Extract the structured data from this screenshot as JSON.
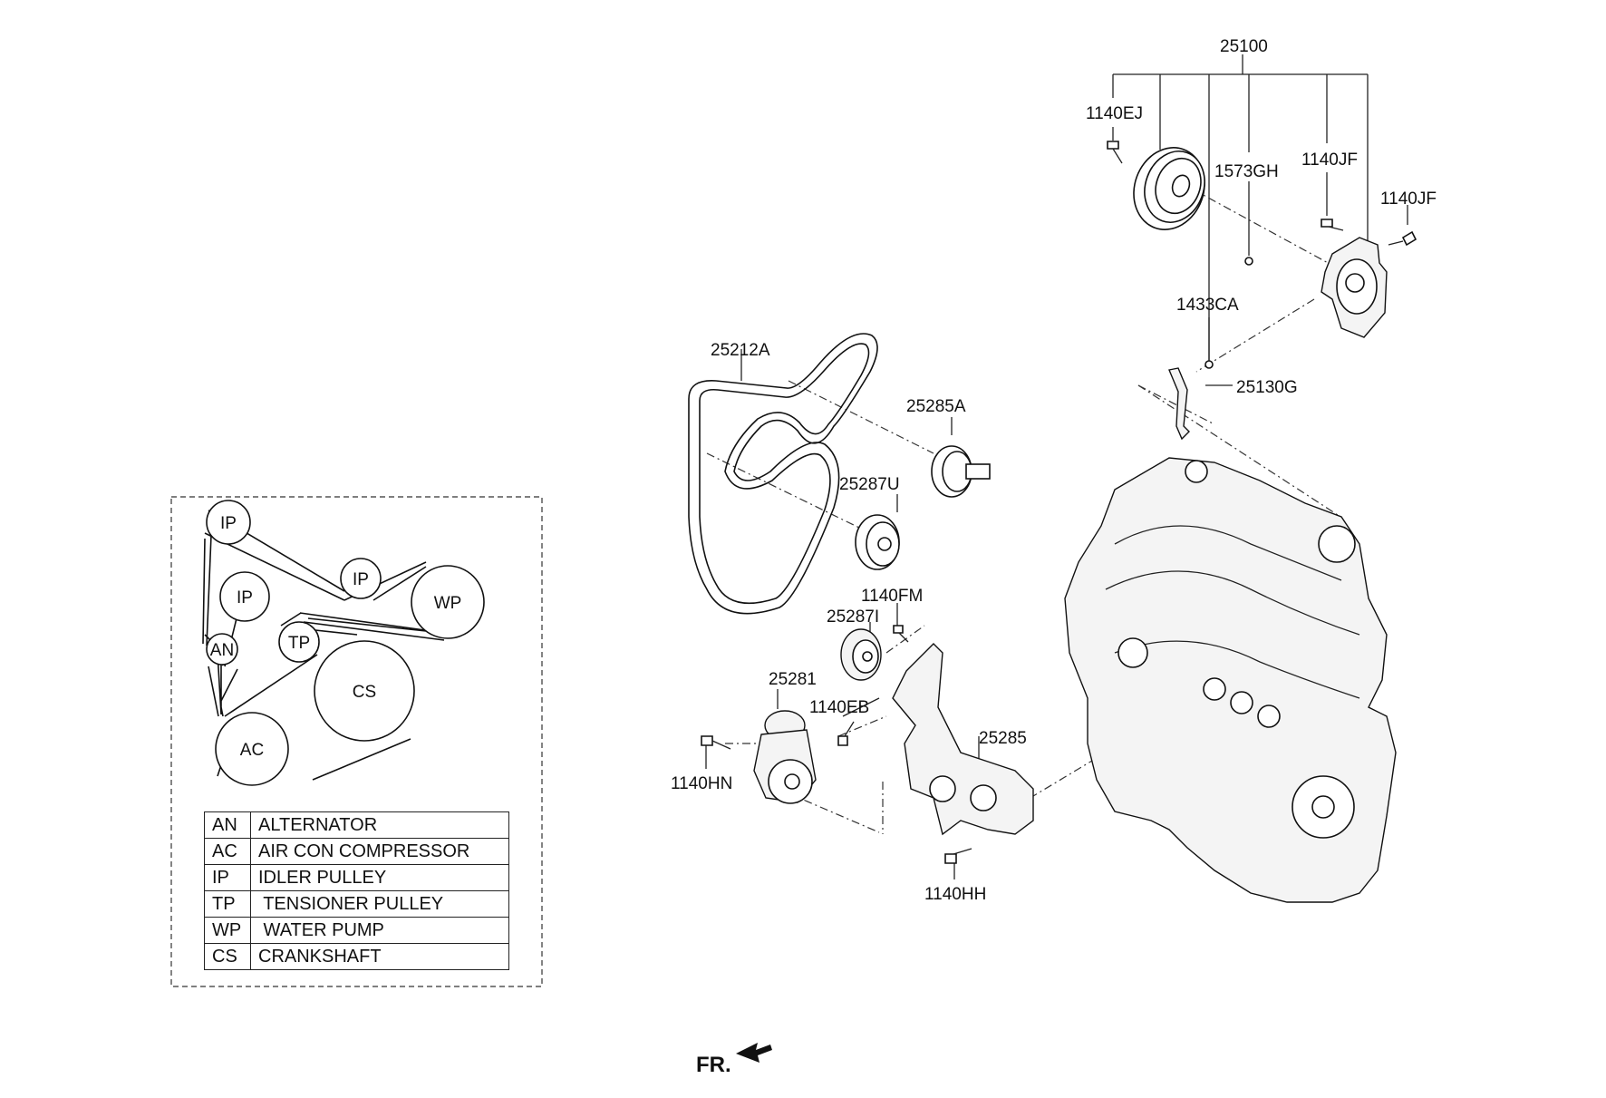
{
  "parts": {
    "p25100": "25100",
    "p1140EJ": "1140EJ",
    "p1573GH": "1573GH",
    "p1140JF_a": "1140JF",
    "p1140JF_b": "1140JF",
    "p1433CA": "1433CA",
    "p25130G": "25130G",
    "p25212A": "25212A",
    "p25285A": "25285A",
    "p25287U": "25287U",
    "p1140FM": "1140FM",
    "p25287I": "25287I",
    "p25281": "25281",
    "p1140EB": "1140EB",
    "p25285": "25285",
    "p1140HN": "1140HN",
    "p1140HH": "1140HH"
  },
  "direction_label": "FR.",
  "belt_layout": {
    "pulleys": {
      "ip_top": "IP",
      "ip_mid": "IP",
      "ip_left": "IP",
      "wp": "WP",
      "an": "AN",
      "tp": "TP",
      "cs": "CS",
      "ac": "AC"
    },
    "legend": [
      {
        "abbr": "AN",
        "name": "ALTERNATOR"
      },
      {
        "abbr": "AC",
        "name": "AIR CON COMPRESSOR"
      },
      {
        "abbr": "IP",
        "name": "IDLER PULLEY"
      },
      {
        "abbr": "TP",
        "name": " TENSIONER PULLEY"
      },
      {
        "abbr": "WP",
        "name": " WATER PUMP"
      },
      {
        "abbr": "CS",
        "name": "CRANKSHAFT"
      }
    ]
  }
}
